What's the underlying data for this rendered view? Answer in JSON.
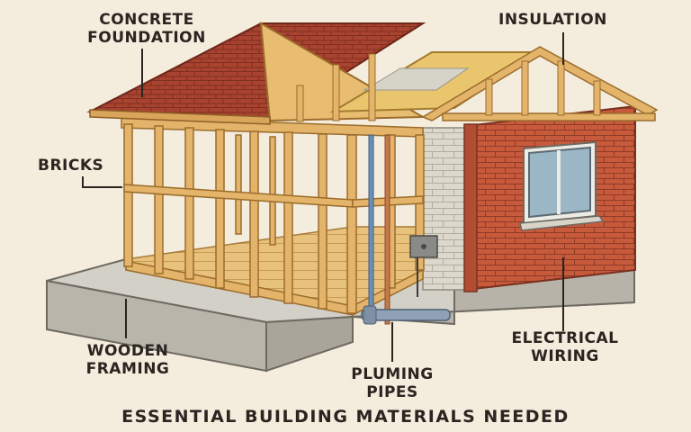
{
  "labels": {
    "concrete_foundation": [
      "CONCRETE",
      "FOUNDATION"
    ],
    "insulation": [
      "INSULATION"
    ],
    "bricks": [
      "BRICKS"
    ],
    "wooden_framing": [
      "WOODEN",
      "FRAMING"
    ],
    "plumbing_pipes": [
      "PLUMING",
      "PIPES"
    ],
    "electrical_wiring": [
      "ELECTRICAL",
      "WIRING"
    ]
  },
  "caption": "ESSENTIAL BUILDING MATERIALS NEEDED",
  "colors": {
    "background": "#f4ecdc",
    "roof_shingles": "#a8432f",
    "wood": "#e3b46a",
    "brick": "#c85a3c",
    "concrete": "#c9c6bd",
    "insulation": "#e9c66e",
    "ink": "#2b2521"
  }
}
